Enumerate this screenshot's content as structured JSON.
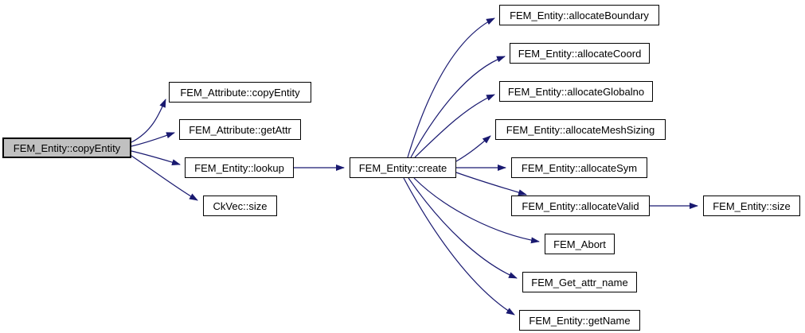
{
  "diagram": {
    "kind": "call-graph",
    "background_color": "#ffffff",
    "edge_color": "#191970",
    "node_border_color": "#000000",
    "node_fill_color": "#ffffff",
    "highlight_node_fill_color": "#c0c0c0",
    "text_color": "#000000"
  },
  "nodes": [
    {
      "label": "FEM_Entity::copyEntity",
      "highlighted": true
    },
    {
      "label": "FEM_Attribute::copyEntity",
      "highlighted": false
    },
    {
      "label": "FEM_Attribute::getAttr",
      "highlighted": false
    },
    {
      "label": "FEM_Entity::lookup",
      "highlighted": false
    },
    {
      "label": "CkVec::size",
      "highlighted": false
    },
    {
      "label": "FEM_Entity::create",
      "highlighted": false
    },
    {
      "label": "FEM_Entity::allocateBoundary",
      "highlighted": false
    },
    {
      "label": "FEM_Entity::allocateCoord",
      "highlighted": false
    },
    {
      "label": "FEM_Entity::allocateGlobalno",
      "highlighted": false
    },
    {
      "label": "FEM_Entity::allocateMeshSizing",
      "highlighted": false
    },
    {
      "label": "FEM_Entity::allocateSym",
      "highlighted": false
    },
    {
      "label": "FEM_Entity::allocateValid",
      "highlighted": false
    },
    {
      "label": "FEM_Abort",
      "highlighted": false
    },
    {
      "label": "FEM_Get_attr_name",
      "highlighted": false
    },
    {
      "label": "FEM_Entity::getName",
      "highlighted": false
    },
    {
      "label": "FEM_Entity::size",
      "highlighted": false
    }
  ],
  "edges": [
    {
      "from": "FEM_Entity::copyEntity",
      "to": "FEM_Attribute::copyEntity"
    },
    {
      "from": "FEM_Entity::copyEntity",
      "to": "FEM_Attribute::getAttr"
    },
    {
      "from": "FEM_Entity::copyEntity",
      "to": "FEM_Entity::lookup"
    },
    {
      "from": "FEM_Entity::copyEntity",
      "to": "CkVec::size"
    },
    {
      "from": "FEM_Entity::lookup",
      "to": "FEM_Entity::create"
    },
    {
      "from": "FEM_Entity::create",
      "to": "FEM_Entity::allocateBoundary"
    },
    {
      "from": "FEM_Entity::create",
      "to": "FEM_Entity::allocateCoord"
    },
    {
      "from": "FEM_Entity::create",
      "to": "FEM_Entity::allocateGlobalno"
    },
    {
      "from": "FEM_Entity::create",
      "to": "FEM_Entity::allocateMeshSizing"
    },
    {
      "from": "FEM_Entity::create",
      "to": "FEM_Entity::allocateSym"
    },
    {
      "from": "FEM_Entity::create",
      "to": "FEM_Entity::allocateValid"
    },
    {
      "from": "FEM_Entity::create",
      "to": "FEM_Abort"
    },
    {
      "from": "FEM_Entity::create",
      "to": "FEM_Get_attr_name"
    },
    {
      "from": "FEM_Entity::create",
      "to": "FEM_Entity::getName"
    },
    {
      "from": "FEM_Entity::allocateValid",
      "to": "FEM_Entity::size"
    }
  ]
}
